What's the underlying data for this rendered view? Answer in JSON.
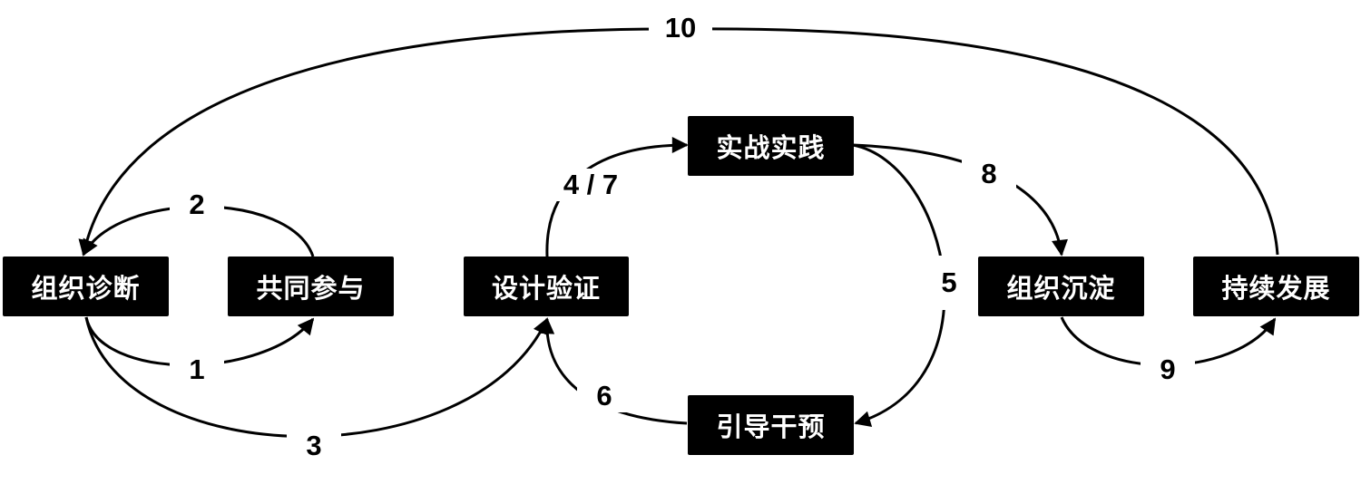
{
  "diagram": {
    "nodes": {
      "diagnose": "组织诊断",
      "participate": "共同参与",
      "validate": "设计验证",
      "practice": "实战实践",
      "intervene": "引导干预",
      "settle": "组织沉淀",
      "develop": "持续发展"
    },
    "edges": {
      "e1": "1",
      "e2": "2",
      "e3": "3",
      "e47": "4 / 7",
      "e5": "5",
      "e6": "6",
      "e8": "8",
      "e9": "9",
      "e10": "10"
    },
    "colors": {
      "node_fill": "#000000",
      "node_text": "#ffffff",
      "edge": "#000000"
    }
  }
}
